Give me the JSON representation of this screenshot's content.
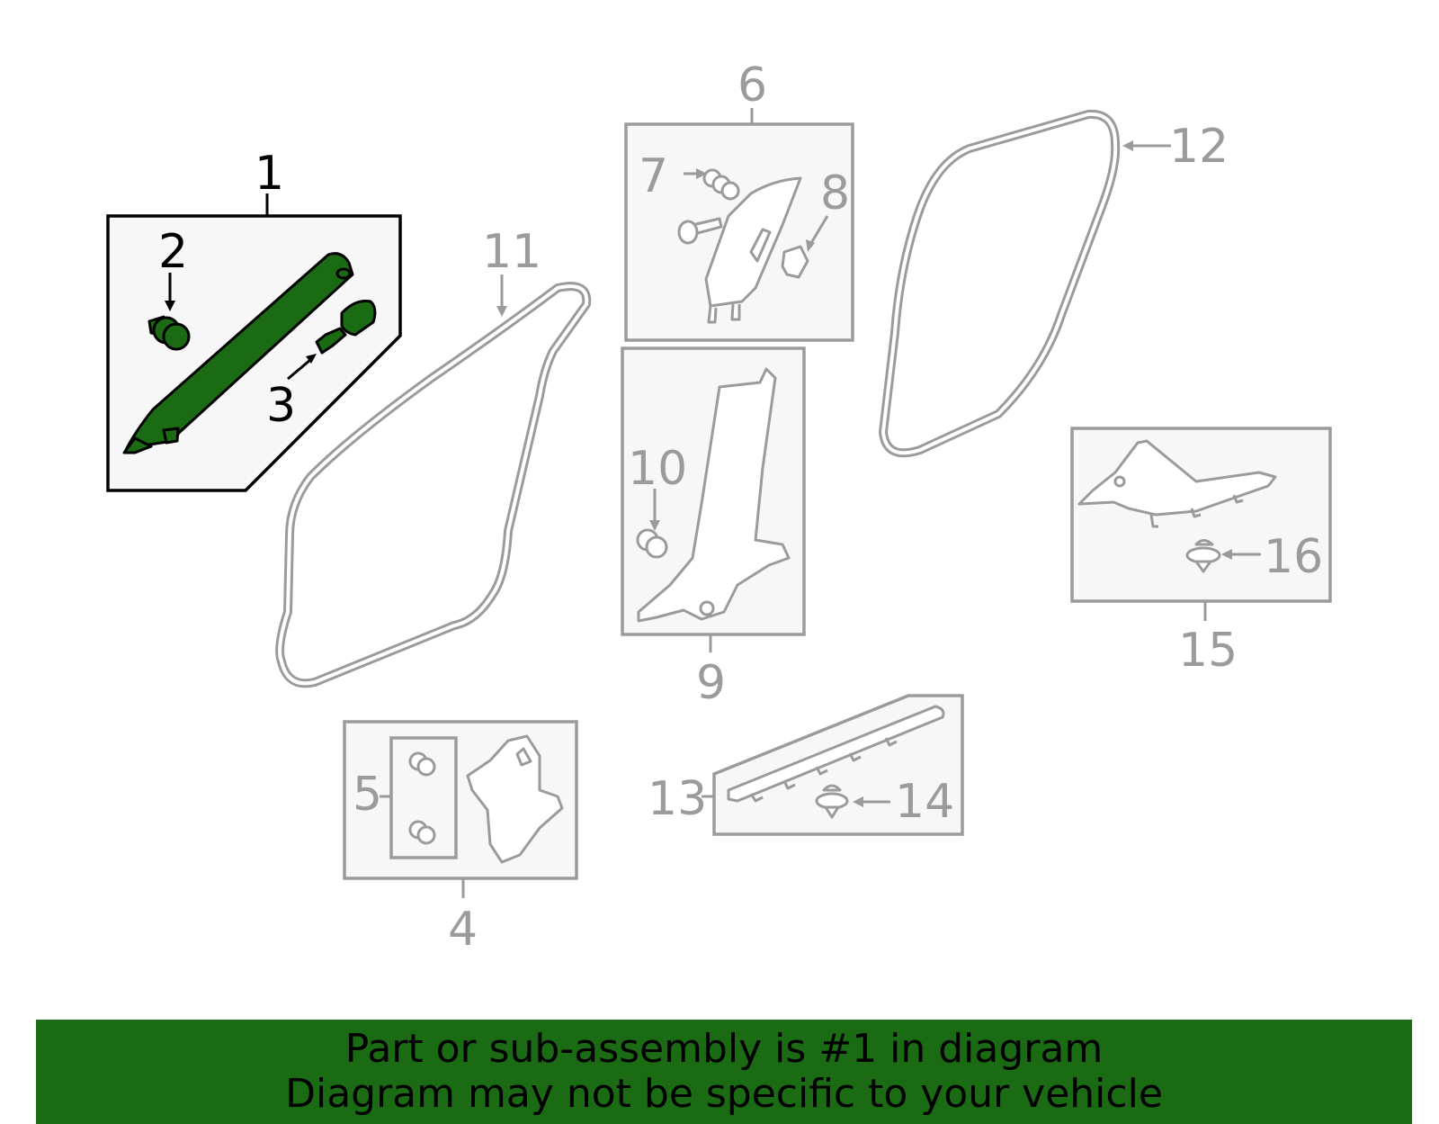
{
  "callouts": {
    "c1": "1",
    "c2": "2",
    "c3": "3",
    "c4": "4",
    "c5": "5",
    "c6": "6",
    "c7": "7",
    "c8": "8",
    "c9": "9",
    "c10": "10",
    "c11": "11",
    "c12": "12",
    "c13": "13",
    "c14": "14",
    "c15": "15",
    "c16": "16"
  },
  "highlight": {
    "part": "1",
    "color": "#1b6b15"
  },
  "banner": {
    "line1": "Part or sub-assembly is #1 in diagram",
    "line2": "Diagram may not be specific to your vehicle",
    "color": "#1b6b15"
  }
}
